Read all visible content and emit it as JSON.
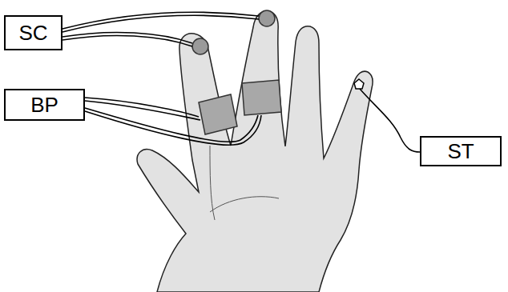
{
  "diagram": {
    "nodes": [
      {
        "text": [
          "SC"
        ]
      },
      {
        "text": [
          "BP"
        ]
      },
      {
        "text": [
          "ST"
        ]
      }
    ]
  }
}
